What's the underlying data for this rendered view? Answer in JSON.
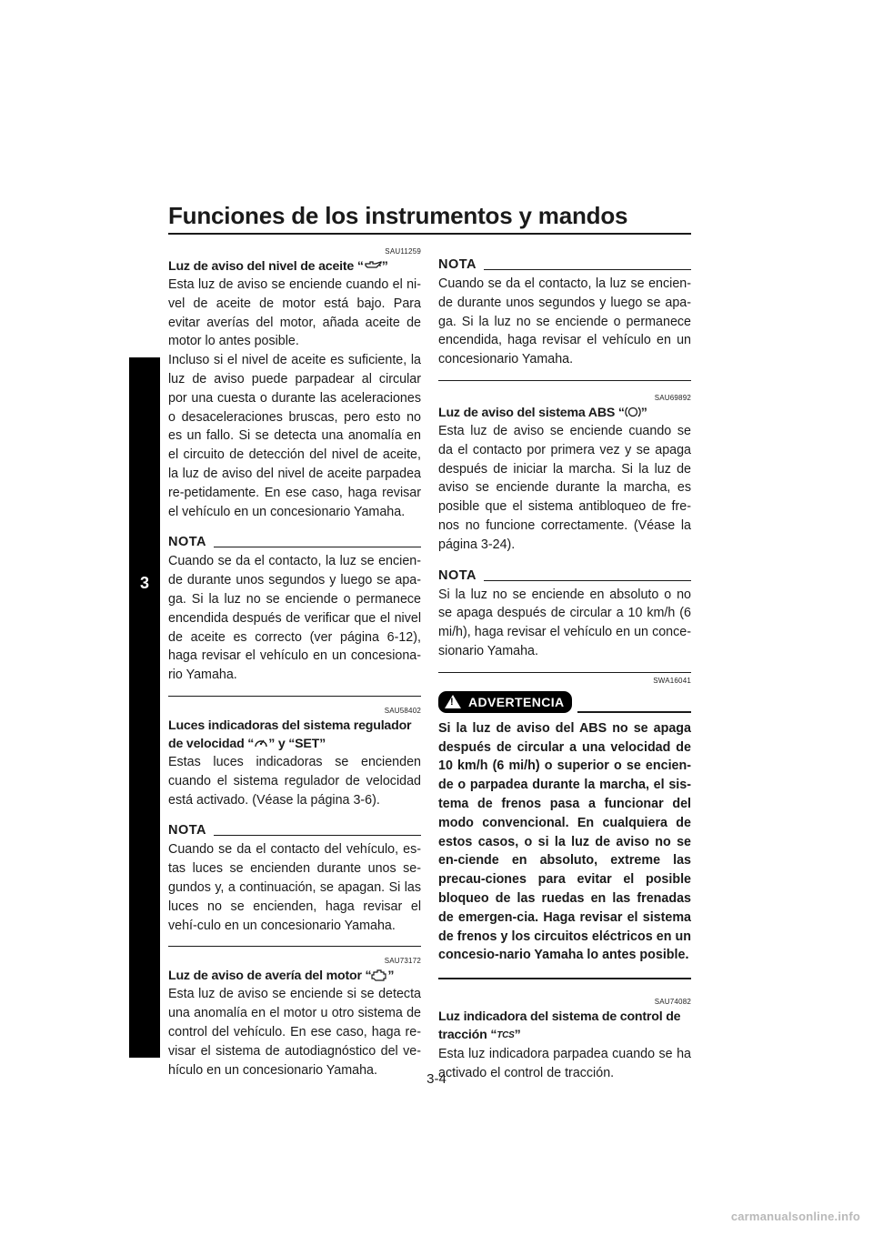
{
  "title": "Funciones de los instrumentos y mandos",
  "chapter_tab": "3",
  "page_number": "3-4",
  "footer_watermark": "carmanualsonline.info",
  "left_column": {
    "oil": {
      "code": "SAU11259",
      "heading_pre": "Luz de aviso del nivel de aceite “",
      "heading_icon": "oil-can-icon",
      "heading_post": "”",
      "body": "Esta luz de aviso se enciende cuando el ni-vel de aceite de motor está bajo. Para evitar averías del motor, añada aceite de motor lo antes posible.\nIncluso si el nivel de aceite es suficiente, la luz de aviso puede parpadear al circular por una cuesta o durante las aceleraciones o desaceleraciones bruscas, pero esto no es un fallo. Si se detecta una anomalía en el circuito de detección del nivel de aceite, la luz de aviso del nivel de aceite parpadea re-petidamente. En ese caso, haga revisar el vehículo en un concesionario Yamaha.",
      "nota_label": "NOTA",
      "nota_body": "Cuando se da el contacto, la luz se encien-de durante unos segundos y luego se apa-ga. Si la luz no se enciende o permanece encendida después de verificar que el nivel de aceite es correcto (ver página 6-12), haga revisar el vehículo en un concesiona-rio Yamaha."
    },
    "cruise": {
      "code": "SAU58402",
      "heading_pre": "Luces indicadoras del sistema regulador de velocidad “",
      "heading_icon": "cruise-control-icon",
      "heading_post": "” y “SET”",
      "body": "Estas luces indicadoras se encienden cuando el sistema regulador de velocidad está activado. (Véase la página 3-6).",
      "nota_label": "NOTA",
      "nota_body": "Cuando se da el contacto del vehículo, es-tas luces se encienden durante unos se-gundos y, a continuación, se apagan. Si las luces no se encienden, haga revisar el vehí-culo en un concesionario Yamaha."
    },
    "engine": {
      "code": "SAU73172",
      "heading_pre": "Luz de aviso de avería del motor “",
      "heading_icon": "engine-check-icon",
      "heading_post": "”",
      "body": "Esta luz de aviso se enciende si se detecta una anomalía en el motor u otro sistema de control del vehículo. En ese caso, haga re-visar el sistema de autodiagnóstico del ve-hículo en un concesionario Yamaha."
    }
  },
  "right_column": {
    "top_nota": {
      "nota_label": "NOTA",
      "nota_body": "Cuando se da el contacto, la luz se encien-de durante unos segundos y luego se apa-ga. Si la luz no se enciende o permanece encendida, haga revisar el vehículo en un concesionario Yamaha."
    },
    "abs": {
      "code": "SAU69892",
      "heading_pre": "Luz de aviso del sistema ABS “",
      "heading_icon": "abs-icon",
      "heading_post": "”",
      "body": "Esta luz de aviso se enciende cuando se da el contacto por primera vez y se apaga después de iniciar la marcha. Si la luz de aviso se enciende durante la marcha, es posible que el sistema antibloqueo de fre-nos no funcione correctamente. (Véase la página 3-24).",
      "nota_label": "NOTA",
      "nota_body": "Si la luz no se enciende en absoluto o no se apaga después de circular a 10 km/h (6 mi/h), haga revisar el vehículo en un conce-sionario Yamaha."
    },
    "warning": {
      "code": "SWA16041",
      "label": "ADVERTENCIA",
      "body": "Si la luz de aviso del ABS no se apaga después de circular a una velocidad de 10 km/h (6 mi/h) o superior o se encien-de o parpadea durante la marcha, el sis-tema de frenos pasa a funcionar del modo convencional. En cualquiera de estos casos, o si la luz de aviso no se en-ciende en absoluto, extreme las precau-ciones para evitar el posible bloqueo de las ruedas en las frenadas de emergen-cia. Haga revisar el sistema de frenos y los circuitos eléctricos en un concesio-nario Yamaha lo antes posible."
    },
    "tcs": {
      "code": "SAU74082",
      "heading_pre": "Luz indicadora del sistema de control de tracción “",
      "heading_icon_text": "TCS",
      "heading_post": "”",
      "body": "Esta luz indicadora parpadea cuando se ha activado el control de tracción."
    }
  }
}
